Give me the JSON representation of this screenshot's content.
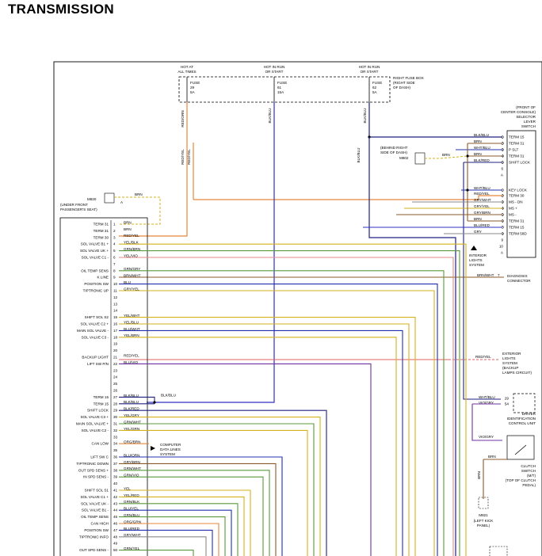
{
  "title": "TRANSMISSION",
  "fuse_box": {
    "label": [
      "RIGHT FUSE BOX",
      "(RIGHT SIDE",
      "OF DASH)"
    ],
    "fuses": [
      {
        "hot": [
          "HOT AT",
          "ALL TIMES"
        ],
        "name": "FUSE",
        "num": "29",
        "amp": "5A",
        "wire": "RED/ORN"
      },
      {
        "hot": [
          "HOT IN RUN",
          "OR START"
        ],
        "name": "FUSE",
        "num": "61",
        "amp": "15A",
        "wire": "BLK/BLU"
      },
      {
        "hot": [
          "HOT IN RUN",
          "OR START"
        ],
        "name": "FUSE",
        "num": "62",
        "amp": "5A",
        "wire": "BLK/BLU"
      }
    ]
  },
  "selector": {
    "label": [
      "(FRONT OF",
      "CENTER CONSOLE)",
      "SELECTOR",
      "LEVER",
      "SWITCH"
    ],
    "pins": [
      {
        "pin": "1",
        "wire": "BLK/BLU",
        "name": "TERM 15"
      },
      {
        "pin": "2",
        "wire": "BRN",
        "name": "TERM 31"
      },
      {
        "pin": "3",
        "wire": "WHT/BLU",
        "name": "P SLT"
      },
      {
        "pin": "4",
        "wire": "BRN",
        "name": "TERM 31"
      },
      {
        "pin": "5",
        "wire": "BLK/RED",
        "name": "SHIFT LOCK"
      },
      {
        "pin": "6",
        "wire": "",
        "name": ""
      },
      {
        "pin": "A",
        "wire": "",
        "name": ""
      },
      {
        "pin": "1",
        "wire": "WHT/BLU",
        "name": "KEY LOCK"
      },
      {
        "pin": "2",
        "wire": "RED/YEL",
        "name": "TERM 30"
      },
      {
        "pin": "3",
        "wire": "GRY/WHT",
        "name": "MS - DN"
      },
      {
        "pin": "4",
        "wire": "GRY/YEL",
        "name": "MS +"
      },
      {
        "pin": "5",
        "wire": "GRY/BRN",
        "name": "MS -"
      },
      {
        "pin": "6",
        "wire": "BRN",
        "name": "TERM 31"
      },
      {
        "pin": "7",
        "wire": "BLU/RED",
        "name": "TERM 15"
      },
      {
        "pin": "8",
        "wire": "GRY",
        "name": "TERM 58D"
      },
      {
        "pin": "9",
        "wire": "",
        "name": ""
      },
      {
        "pin": "10",
        "wire": "",
        "name": ""
      },
      {
        "pin": "A",
        "wire": "",
        "name": ""
      }
    ]
  },
  "ground_m802": {
    "label": [
      "(BEHIND RIGHT",
      "SIDE OF DASH)"
    ],
    "name": "M802",
    "wire": "BRN"
  },
  "ground_m820": {
    "label": [
      "(UNDER FRONT",
      "PASSENGER'S SEAT)"
    ],
    "name": "M820",
    "wire": "BRN",
    "pin": "A"
  },
  "interior_lights": [
    "INTERIOR",
    "LIGHTS",
    "SYSTEM"
  ],
  "diagnosis": {
    "wire": "BRN/WHT",
    "pin": "7",
    "label": [
      "DIAGNOSIS",
      "CONNECTOR"
    ]
  },
  "exterior": {
    "wire": "RED/YEL",
    "label": [
      "EXTERIOR",
      "LIGHTS",
      "SYSTEM",
      "(BACKUP",
      "LAMPS CIRCUIT)"
    ]
  },
  "driver_id": {
    "pins": [
      {
        "pin": "29",
        "wire": "WHT/BLU"
      },
      {
        "pin": "54",
        "wire": "VIO/GRY"
      }
    ],
    "label": [
      "DRIVER",
      "IDENTIFICATION",
      "CONTROL UNIT"
    ]
  },
  "clutch": {
    "wires": [
      "VIO/GRY",
      "BRN",
      "BRN"
    ],
    "label": [
      "CLUTCH",
      "SWITCH",
      "(M/T)",
      "(TOP OF CLUTCH",
      "PEDAL)"
    ]
  },
  "ground_m821": {
    "name": "M821",
    "label": [
      "(LEFT KICK",
      "PANEL)"
    ]
  },
  "computer": {
    "label": [
      "COMPUTER",
      "DATA LINES",
      "SYSTEM"
    ]
  },
  "ecu_pins": [
    {
      "pin": "1",
      "name": "TERM 31",
      "wire": "BRN",
      "color": "#8b5a2b"
    },
    {
      "pin": "2",
      "name": "TERM 31",
      "wire": "BRN",
      "color": "#8b5a2b"
    },
    {
      "pin": "3",
      "name": "TERM 30",
      "wire": "RED/YEL",
      "color": "#e6873a"
    },
    {
      "pin": "4",
      "name": "SOL VALVE B1 +",
      "wire": "YEL/BLK",
      "color": "#d4b21c"
    },
    {
      "pin": "5",
      "name": "SOL VALVE UK +",
      "wire": "GRN/BRN",
      "color": "#5a9a3a"
    },
    {
      "pin": "6",
      "name": "SOL VALVE C1 -",
      "wire": "YEL/VIO",
      "color": "#e58a8a"
    },
    {
      "pin": "7",
      "name": "",
      "wire": "",
      "color": ""
    },
    {
      "pin": "8",
      "name": "OIL TEMP SENS",
      "wire": "GRN/GRY",
      "color": "#5a9a3a"
    },
    {
      "pin": "9",
      "name": "K LINE",
      "wire": "BRN/WHT",
      "color": "#8b5a2b"
    },
    {
      "pin": "10",
      "name": "POSITION SW",
      "wire": "BLU",
      "color": "#2030b0"
    },
    {
      "pin": "11",
      "name": "TIPTRONIC UP",
      "wire": "GRY/YEL",
      "color": "#d4b21c"
    },
    {
      "pin": "12",
      "name": "",
      "wire": "",
      "color": ""
    },
    {
      "pin": "13",
      "name": "",
      "wire": "",
      "color": ""
    },
    {
      "pin": "14",
      "name": "",
      "wire": "",
      "color": ""
    },
    {
      "pin": "15",
      "name": "SHIFT SOL S2",
      "wire": "YEL/WHT",
      "color": "#d4b21c"
    },
    {
      "pin": "16",
      "name": "SOL VALVE C2 +",
      "wire": "YEL/BLU",
      "color": "#d4b21c"
    },
    {
      "pin": "17",
      "name": "MAIN SOL VALVE -",
      "wire": "BLU/WHT",
      "color": "#2030b0"
    },
    {
      "pin": "18",
      "name": "SOL VALVE C3 -",
      "wire": "YEL/BRN",
      "color": "#d4b21c"
    },
    {
      "pin": "19",
      "name": "",
      "wire": "",
      "color": ""
    },
    {
      "pin": "20",
      "name": "",
      "wire": "",
      "color": ""
    },
    {
      "pin": "21",
      "name": "BACKUP LIGHT",
      "wire": "RED/YEL",
      "color": "#e06060"
    },
    {
      "pin": "22",
      "name": "LIFT SW P/N",
      "wire": "BLU/VIO",
      "color": "#7030a0"
    },
    {
      "pin": "23",
      "name": "",
      "wire": "",
      "color": ""
    },
    {
      "pin": "24",
      "name": "",
      "wire": "",
      "color": ""
    },
    {
      "pin": "25",
      "name": "",
      "wire": "",
      "color": ""
    },
    {
      "pin": "26",
      "name": "",
      "wire": "",
      "color": ""
    },
    {
      "pin": "27",
      "name": "TERM 15",
      "wire": "BLK/BLU",
      "color": "#202080"
    },
    {
      "pin": "28",
      "name": "TERM 15",
      "wire": "BLK/BLU",
      "color": "#202080"
    },
    {
      "pin": "29",
      "name": "SHIFT LOCK",
      "wire": "BLK/RED",
      "color": "#202080"
    },
    {
      "pin": "30",
      "name": "SOL VALVE C3 +",
      "wire": "YEL/GRY",
      "color": "#d4b21c"
    },
    {
      "pin": "31",
      "name": "MAIN SOL VALVE +",
      "wire": "GRN/WHT",
      "color": "#5a9a3a"
    },
    {
      "pin": "32",
      "name": "SOL VALVE C2 -",
      "wire": "YEL/GRN",
      "color": "#d4b21c"
    },
    {
      "pin": "33",
      "name": "",
      "wire": "",
      "color": ""
    },
    {
      "pin": "34",
      "name": "CAN LOW",
      "wire": "ORG/BRN",
      "color": "#e6873a"
    },
    {
      "pin": "35",
      "name": "",
      "wire": "",
      "color": ""
    },
    {
      "pin": "36",
      "name": "LIFT SW C",
      "wire": "BLU/ORN",
      "color": "#2030b0"
    },
    {
      "pin": "37",
      "name": "TIPTRONIC DOWN",
      "wire": "GRY/BRN",
      "color": "#8b5a2b"
    },
    {
      "pin": "38",
      "name": "OUT SPD SENS +",
      "wire": "GRN/WHT",
      "color": "#5a9a3a"
    },
    {
      "pin": "39",
      "name": "IN SPD SENS -",
      "wire": "GRN/VIO",
      "color": "#5a9a3a"
    },
    {
      "pin": "40",
      "name": "",
      "wire": "",
      "color": ""
    },
    {
      "pin": "41",
      "name": "SHIFT SOL S1",
      "wire": "YEL",
      "color": "#d4b21c"
    },
    {
      "pin": "42",
      "name": "SOL VALVE C1 +",
      "wire": "YEL/RED",
      "color": "#d4b21c"
    },
    {
      "pin": "43",
      "name": "SOL VALVE UK -",
      "wire": "GRN/BLK",
      "color": "#5a9a3a"
    },
    {
      "pin": "44",
      "name": "SOL VALVE B1 -",
      "wire": "BLU/YEL",
      "color": "#2030b0"
    },
    {
      "pin": "45",
      "name": "OIL TEMP SENS",
      "wire": "GRN/BLU",
      "color": "#5a9a3a"
    },
    {
      "pin": "46",
      "name": "CAN HIGH",
      "wire": "ORG/GRN",
      "color": "#e6873a"
    },
    {
      "pin": "47",
      "name": "POSITION SW",
      "wire": "BLU/RED",
      "color": "#2030b0"
    },
    {
      "pin": "48",
      "name": "TIPTRONIC INFO",
      "wire": "GRY/WHT",
      "color": "#8a8a8a"
    },
    {
      "pin": "49",
      "name": "",
      "wire": "",
      "color": ""
    },
    {
      "pin": "50",
      "name": "OUT SPD SENS -",
      "wire": "GRN/YEL",
      "color": "#5a9a3a"
    }
  ]
}
